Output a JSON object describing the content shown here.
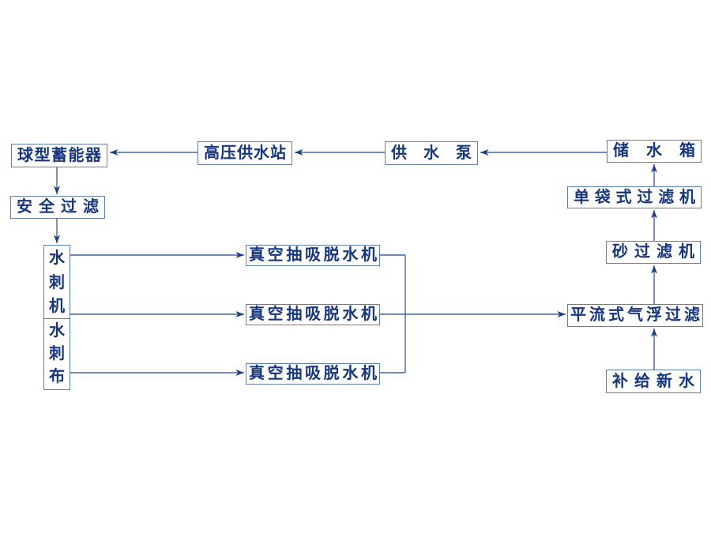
{
  "diagram": {
    "type": "flowchart",
    "background": "#ffffff",
    "colors": {
      "box_border": "#5b7cb5",
      "box_fill": "#ffffff",
      "text": "#16367d",
      "line": "#44669f",
      "arrowhead": "#1c3f7e"
    },
    "nodes": {
      "accumulator": "球型蓄能器",
      "safety_filter": "安全过滤",
      "hp_supply_station": "高压供水站",
      "supply_pump": "供水泵",
      "storage_tank": "储水箱",
      "single_bag_filter": "单袋式过滤机",
      "sand_filter": "砂过滤机",
      "flotation_filter": "平流式气浮过滤",
      "makeup_water": "补给新水",
      "spunlace_machine": "水刺机",
      "spunlace_fabric": "水刺布",
      "vacuum_dewaterer_1": "真空抽吸脱水机",
      "vacuum_dewaterer_2": "真空抽吸脱水机",
      "vacuum_dewaterer_3": "真空抽吸脱水机"
    },
    "edges": [
      {
        "from": "储水箱",
        "to": "供水泵",
        "arrow": true
      },
      {
        "from": "供水泵",
        "to": "高压供水站",
        "arrow": true
      },
      {
        "from": "高压供水站",
        "to": "球型蓄能器",
        "arrow": true
      },
      {
        "from": "球型蓄能器",
        "to": "安全过滤",
        "arrow": true
      },
      {
        "from": "安全过滤",
        "to": "水刺机/水刺布",
        "arrow": true
      },
      {
        "from": "水刺机/水刺布",
        "to": "真空抽吸脱水机 (上)",
        "arrow": true
      },
      {
        "from": "水刺机/水刺布",
        "to": "真空抽吸脱水机 (中)",
        "arrow": true
      },
      {
        "from": "水刺机/水刺布",
        "to": "真空抽吸脱水机 (下)",
        "arrow": true
      },
      {
        "from": "真空抽吸脱水机 (×3)",
        "to": "平流式气浮过滤",
        "arrow": true
      },
      {
        "from": "补给新水",
        "to": "平流式气浮过滤",
        "arrow": true
      },
      {
        "from": "平流式气浮过滤",
        "to": "砂过滤机",
        "arrow": true
      },
      {
        "from": "砂过滤机",
        "to": "单袋式过滤机",
        "arrow": true
      },
      {
        "from": "单袋式过滤机",
        "to": "储水箱",
        "arrow": true
      }
    ]
  }
}
